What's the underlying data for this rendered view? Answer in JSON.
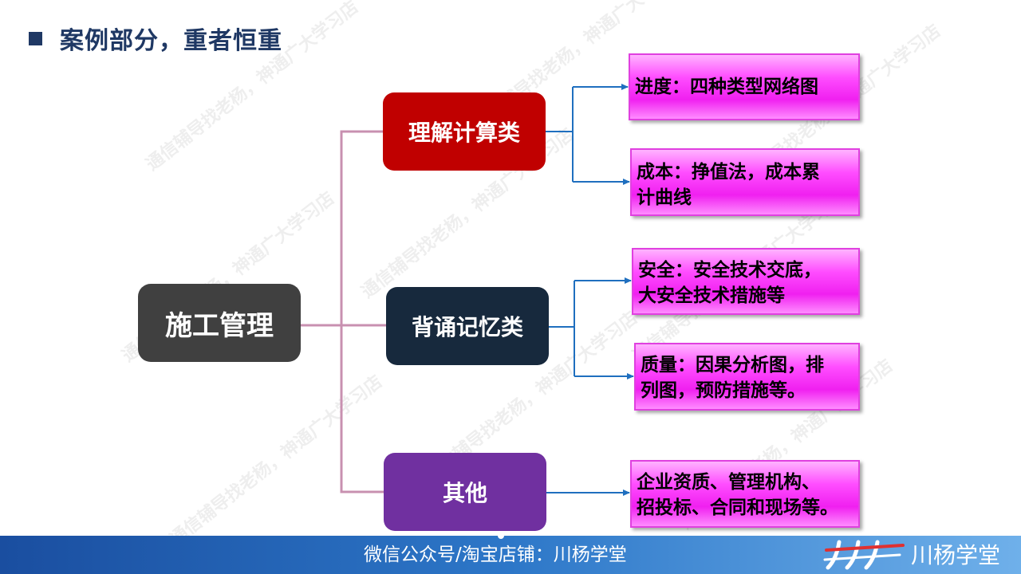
{
  "slide": {
    "title": "案例部分，重者恒重"
  },
  "watermark": {
    "text": "通信辅导找老杨，神通广大学习店"
  },
  "mindmap": {
    "root": "施工管理",
    "categories": [
      {
        "label": "理解计算类",
        "color": "#c00000",
        "items": [
          {
            "lines": [
              "进度：四种类型网络图"
            ]
          },
          {
            "lines": [
              "成本：挣值法，成本累",
              "计曲线"
            ]
          }
        ]
      },
      {
        "label": "背诵记忆类",
        "color": "#17293d",
        "items": [
          {
            "lines": [
              "安全：安全技术交底，",
              "大安全技术措施等"
            ]
          },
          {
            "lines": [
              "质量：因果分析图，排",
              "列图，预防措施等。"
            ]
          }
        ]
      },
      {
        "label": "其他",
        "color": "#7030a0",
        "items": [
          {
            "lines": [
              "企业资质、管理机构、",
              "招投标、合同和现场等。"
            ]
          }
        ]
      }
    ]
  },
  "footer": {
    "text": "微信公众号/淘宝店铺：川杨学堂",
    "brand": "川杨学堂"
  }
}
